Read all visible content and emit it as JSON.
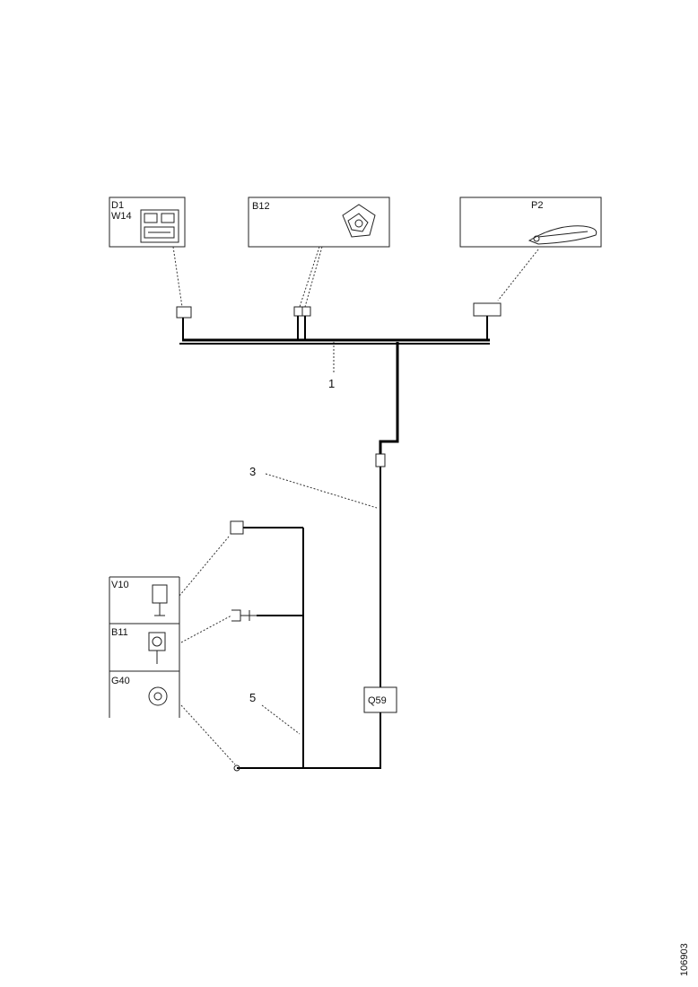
{
  "components": {
    "d1": "D1",
    "w14": "W14",
    "b12": "B12",
    "p2": "P2",
    "v10": "V10",
    "b11": "B11",
    "g40": "G40",
    "q59": "Q59"
  },
  "callouts": {
    "c1": "1",
    "c3": "3",
    "c5": "5"
  },
  "doc_id": "106903"
}
